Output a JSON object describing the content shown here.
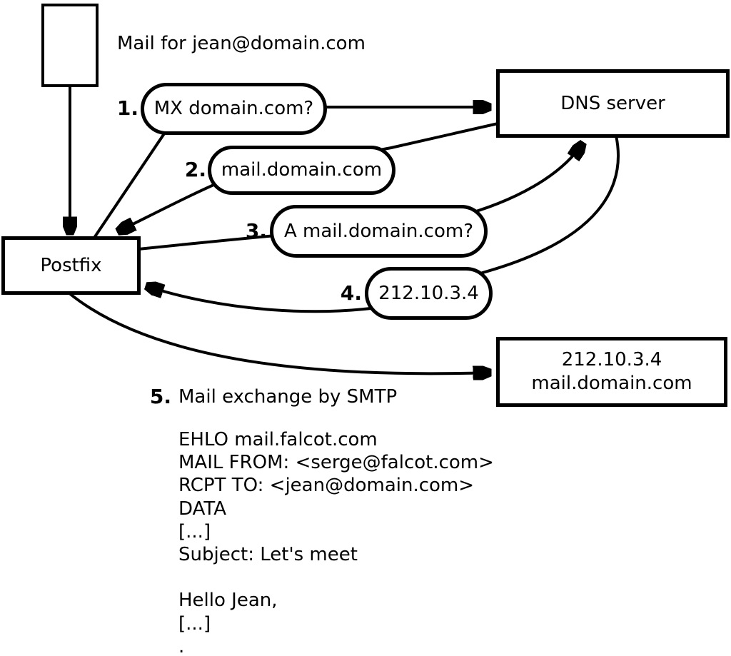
{
  "diagram_title": "Mail for jean@domain.com",
  "nodes": {
    "postfix": {
      "label": "Postfix"
    },
    "dns_server": {
      "label": "DNS server"
    },
    "mail_server": {
      "line1": "212.10.3.4",
      "line2": "mail.domain.com"
    }
  },
  "steps": [
    {
      "num": "1.",
      "label": "MX domain.com?"
    },
    {
      "num": "2.",
      "label": "mail.domain.com"
    },
    {
      "num": "3.",
      "label": "A mail.domain.com?"
    },
    {
      "num": "4.",
      "label": "212.10.3.4"
    },
    {
      "num": "5.",
      "label": "Mail exchange by SMTP"
    }
  ],
  "smtp_session_lines": [
    "EHLO mail.falcot.com",
    "MAIL FROM: <serge@falcot.com>",
    "RCPT TO: <jean@domain.com>",
    "DATA",
    "[...]",
    "Subject: Let's meet",
    "",
    "Hello Jean,",
    "[...]",
    "."
  ],
  "colors": {
    "stroke": "#000000",
    "background": "#ffffff"
  }
}
